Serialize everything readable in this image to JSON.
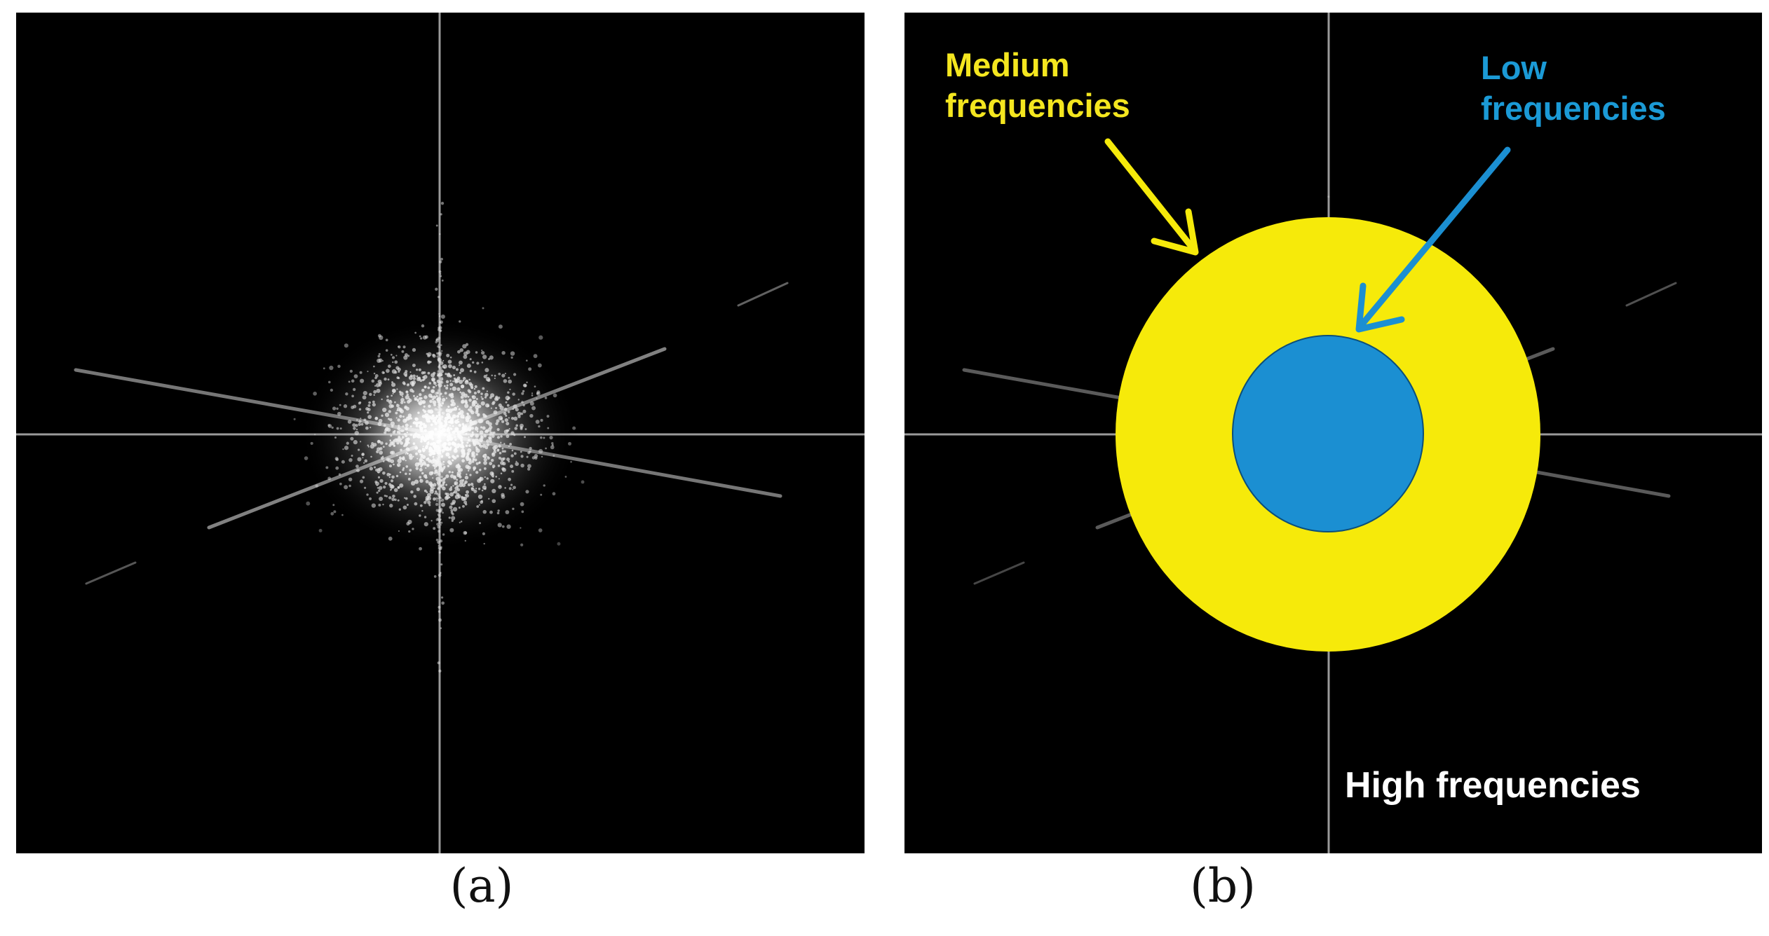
{
  "panels": {
    "a": {
      "caption": "(a)"
    },
    "b": {
      "caption": "(b)",
      "medium_label_line1": "Medium",
      "medium_label_line2": "frequencies",
      "low_label_line1": "Low",
      "low_label_line2": "frequencies",
      "high_label": "High frequencies"
    }
  },
  "colors": {
    "background": "#000000",
    "medium_ring": "#f6ea0a",
    "low_disc": "#1b8fd2",
    "medium_text": "#f4e61f",
    "low_text": "#1b9ad6",
    "high_text": "#ffffff",
    "spectrum": "#e8e8e8"
  }
}
